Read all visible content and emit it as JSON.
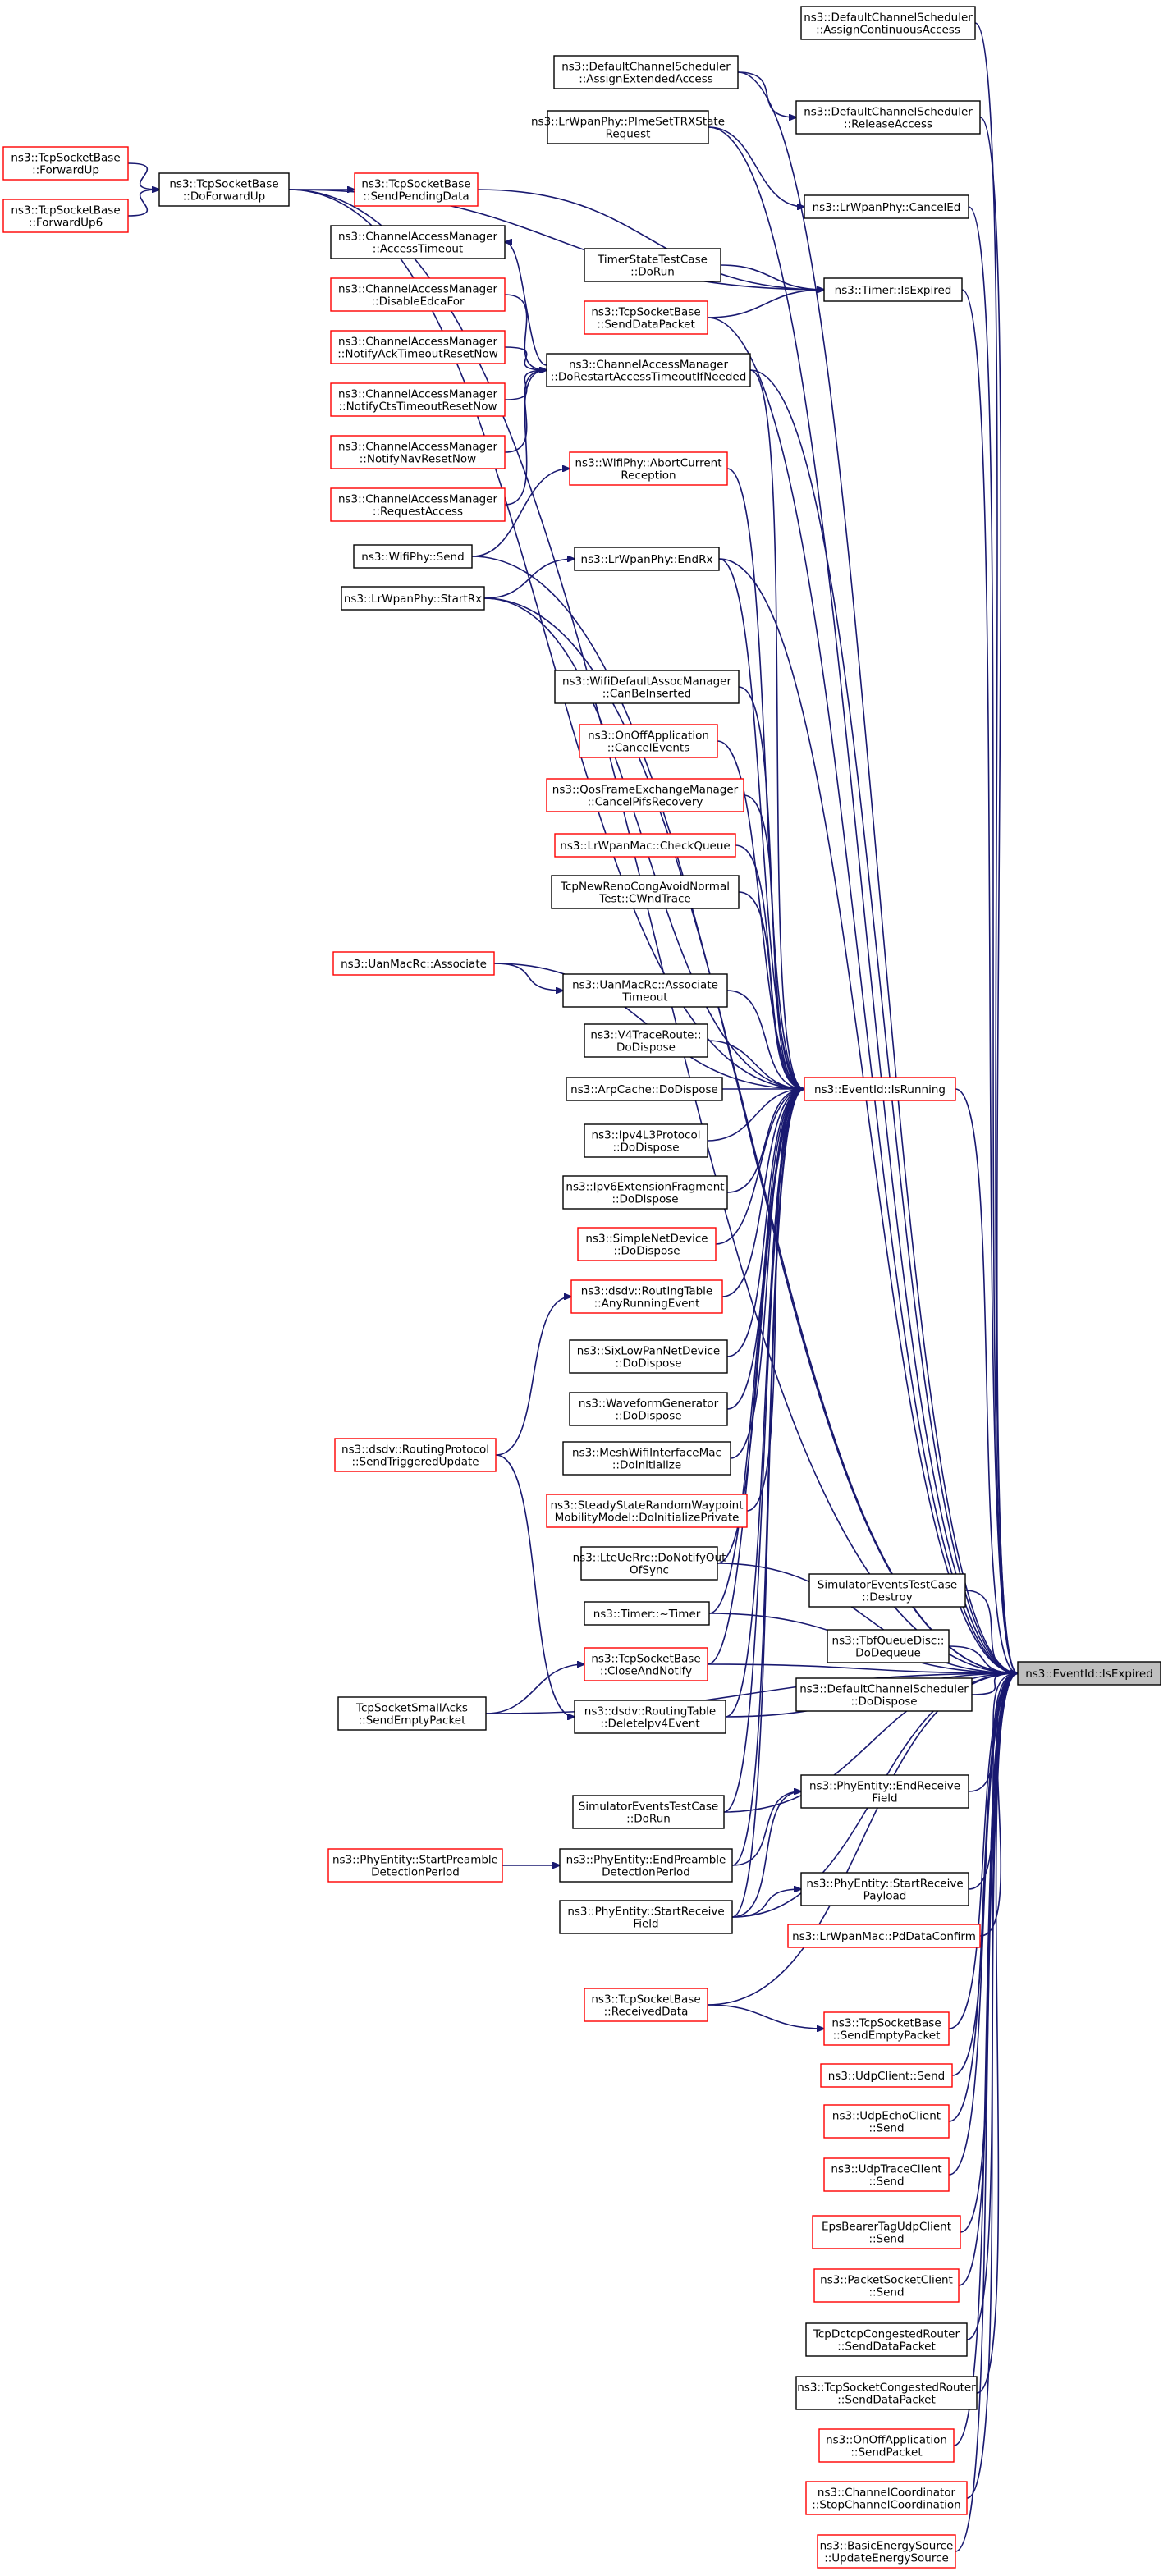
{
  "graph": {
    "title": "",
    "colors": {
      "edge": "#191970",
      "border_documented": "#000000",
      "border_undocumented": "#ff0000",
      "highlight_fill": "#bfbfbf",
      "node_fill": "#ffffff"
    },
    "nodes": [
      {
        "id": "assignContinuous",
        "lines": [
          "ns3::DefaultChannelScheduler",
          "::AssignContinuousAccess"
        ],
        "style": "black"
      },
      {
        "id": "assignExtended",
        "lines": [
          "ns3::DefaultChannelScheduler",
          "::AssignExtendedAccess"
        ],
        "style": "black"
      },
      {
        "id": "releaseAccess",
        "lines": [
          "ns3::DefaultChannelScheduler",
          "::ReleaseAccess"
        ],
        "style": "black"
      },
      {
        "id": "plmeSet",
        "lines": [
          "ns3::LrWpanPhy::PlmeSetTRXState",
          "Request"
        ],
        "style": "black"
      },
      {
        "id": "cancelEd",
        "lines": [
          "ns3::LrWpanPhy::CancelEd"
        ],
        "style": "black"
      },
      {
        "id": "fwdUp",
        "lines": [
          "ns3::TcpSocketBase",
          "::ForwardUp"
        ],
        "style": "red"
      },
      {
        "id": "fwdUp6",
        "lines": [
          "ns3::TcpSocketBase",
          "::ForwardUp6"
        ],
        "style": "red"
      },
      {
        "id": "doFwdUp",
        "lines": [
          "ns3::TcpSocketBase",
          "::DoForwardUp"
        ],
        "style": "black"
      },
      {
        "id": "sendPending",
        "lines": [
          "ns3::TcpSocketBase",
          "::SendPendingData"
        ],
        "style": "red"
      },
      {
        "id": "camAccessTimeout",
        "lines": [
          "ns3::ChannelAccessManager",
          "::AccessTimeout"
        ],
        "style": "black"
      },
      {
        "id": "camDisableEdca",
        "lines": [
          "ns3::ChannelAccessManager",
          "::DisableEdcaFor"
        ],
        "style": "red"
      },
      {
        "id": "camNotifyAck",
        "lines": [
          "ns3::ChannelAccessManager",
          "::NotifyAckTimeoutResetNow"
        ],
        "style": "red"
      },
      {
        "id": "camNotifyCts",
        "lines": [
          "ns3::ChannelAccessManager",
          "::NotifyCtsTimeoutResetNow"
        ],
        "style": "red"
      },
      {
        "id": "camNotifyNav",
        "lines": [
          "ns3::ChannelAccessManager",
          "::NotifyNavResetNow"
        ],
        "style": "red"
      },
      {
        "id": "camRequest",
        "lines": [
          "ns3::ChannelAccessManager",
          "::RequestAccess"
        ],
        "style": "red"
      },
      {
        "id": "timerStateDoRun",
        "lines": [
          "TimerStateTestCase",
          "::DoRun"
        ],
        "style": "black"
      },
      {
        "id": "sendDataPacketTcp",
        "lines": [
          "ns3::TcpSocketBase",
          "::SendDataPacket"
        ],
        "style": "red"
      },
      {
        "id": "timerIsExpired",
        "lines": [
          "ns3::Timer::IsExpired"
        ],
        "style": "black"
      },
      {
        "id": "camDoRestart",
        "lines": [
          "ns3::ChannelAccessManager",
          "::DoRestartAccessTimeoutIfNeeded"
        ],
        "style": "black"
      },
      {
        "id": "wifiAbort",
        "lines": [
          "ns3::WifiPhy::AbortCurrent",
          "Reception"
        ],
        "style": "red"
      },
      {
        "id": "wifiSend",
        "lines": [
          "ns3::WifiPhy::Send"
        ],
        "style": "black"
      },
      {
        "id": "lrEndRx",
        "lines": [
          "ns3::LrWpanPhy::EndRx"
        ],
        "style": "black"
      },
      {
        "id": "lrStartRx",
        "lines": [
          "ns3::LrWpanPhy::StartRx"
        ],
        "style": "black"
      },
      {
        "id": "wifiDefaultAssoc",
        "lines": [
          "ns3::WifiDefaultAssocManager",
          "::CanBeInserted"
        ],
        "style": "black"
      },
      {
        "id": "onOffCancel",
        "lines": [
          "ns3::OnOffApplication",
          "::CancelEvents"
        ],
        "style": "red"
      },
      {
        "id": "qosCancel",
        "lines": [
          "ns3::QosFrameExchangeManager",
          "::CancelPifsRecovery"
        ],
        "style": "red"
      },
      {
        "id": "lrCheckQueue",
        "lines": [
          "ns3::LrWpanMac::CheckQueue"
        ],
        "style": "red"
      },
      {
        "id": "tcpNewReno",
        "lines": [
          "TcpNewRenoCongAvoidNormal",
          "Test::CWndTrace"
        ],
        "style": "black"
      },
      {
        "id": "uanAssociate",
        "lines": [
          "ns3::UanMacRc::Associate"
        ],
        "style": "red"
      },
      {
        "id": "uanAssocTimeout",
        "lines": [
          "ns3::UanMacRc::Associate",
          "Timeout"
        ],
        "style": "black"
      },
      {
        "id": "v4Trace",
        "lines": [
          "ns3::V4TraceRoute::",
          "DoDispose"
        ],
        "style": "black"
      },
      {
        "id": "arpCache",
        "lines": [
          "ns3::ArpCache::DoDispose"
        ],
        "style": "black"
      },
      {
        "id": "eventIsRunning",
        "lines": [
          "ns3::EventId::IsRunning"
        ],
        "style": "red"
      },
      {
        "id": "ipv4L3",
        "lines": [
          "ns3::Ipv4L3Protocol",
          "::DoDispose"
        ],
        "style": "black"
      },
      {
        "id": "ipv6Ext",
        "lines": [
          "ns3::Ipv6ExtensionFragment",
          "::DoDispose"
        ],
        "style": "black"
      },
      {
        "id": "simpleNet",
        "lines": [
          "ns3::SimpleNetDevice",
          "::DoDispose"
        ],
        "style": "red"
      },
      {
        "id": "dsdvAnyRunning",
        "lines": [
          "ns3::dsdv::RoutingTable",
          "::AnyRunningEvent"
        ],
        "style": "red"
      },
      {
        "id": "sixLowPan",
        "lines": [
          "ns3::SixLowPanNetDevice",
          "::DoDispose"
        ],
        "style": "black"
      },
      {
        "id": "waveform",
        "lines": [
          "ns3::WaveformGenerator",
          "::DoDispose"
        ],
        "style": "black"
      },
      {
        "id": "dsdvSendTriggered",
        "lines": [
          "ns3::dsdv::RoutingProtocol",
          "::SendTriggeredUpdate"
        ],
        "style": "red"
      },
      {
        "id": "meshWifi",
        "lines": [
          "ns3::MeshWifiInterfaceMac",
          "::DoInitialize"
        ],
        "style": "black"
      },
      {
        "id": "steadyState",
        "lines": [
          "ns3::SteadyStateRandomWaypoint",
          "MobilityModel::DoInitializePrivate"
        ],
        "style": "red"
      },
      {
        "id": "lteUeRrc",
        "lines": [
          "ns3::LteUeRrc::DoNotifyOut",
          "OfSync"
        ],
        "style": "black"
      },
      {
        "id": "simEventsDestroy",
        "lines": [
          "SimulatorEventsTestCase",
          "::Destroy"
        ],
        "style": "black"
      },
      {
        "id": "timerDtor",
        "lines": [
          "ns3::Timer::~Timer"
        ],
        "style": "black"
      },
      {
        "id": "tbfDequeue",
        "lines": [
          "ns3::TbfQueueDisc::",
          "DoDequeue"
        ],
        "style": "black"
      },
      {
        "id": "closeAndNotify",
        "lines": [
          "ns3::TcpSocketBase",
          "::CloseAndNotify"
        ],
        "style": "red"
      },
      {
        "id": "eventIsExpired",
        "lines": [
          "ns3::EventId::IsExpired"
        ],
        "style": "highlight"
      },
      {
        "id": "dcsDoDispose",
        "lines": [
          "ns3::DefaultChannelScheduler",
          "::DoDispose"
        ],
        "style": "black"
      },
      {
        "id": "tcpSmallAcks",
        "lines": [
          "TcpSocketSmallAcks",
          "::SendEmptyPacket"
        ],
        "style": "black"
      },
      {
        "id": "dsdvDelete",
        "lines": [
          "ns3::dsdv::RoutingTable",
          "::DeleteIpv4Event"
        ],
        "style": "black"
      },
      {
        "id": "phyEndReceive",
        "lines": [
          "ns3::PhyEntity::EndReceive",
          "Field"
        ],
        "style": "black"
      },
      {
        "id": "simEventsDoRun",
        "lines": [
          "SimulatorEventsTestCase",
          "::DoRun"
        ],
        "style": "black"
      },
      {
        "id": "phyStartPreamble",
        "lines": [
          "ns3::PhyEntity::StartPreamble",
          "DetectionPeriod"
        ],
        "style": "red"
      },
      {
        "id": "phyEndPreamble",
        "lines": [
          "ns3::PhyEntity::EndPreamble",
          "DetectionPeriod"
        ],
        "style": "black"
      },
      {
        "id": "phyStartPayload",
        "lines": [
          "ns3::PhyEntity::StartReceive",
          "Payload"
        ],
        "style": "black"
      },
      {
        "id": "phyStartField",
        "lines": [
          "ns3::PhyEntity::StartReceive",
          "Field"
        ],
        "style": "black"
      },
      {
        "id": "lrPdData",
        "lines": [
          "ns3::LrWpanMac::PdDataConfirm"
        ],
        "style": "red"
      },
      {
        "id": "tcpReceived",
        "lines": [
          "ns3::TcpSocketBase",
          "::ReceivedData"
        ],
        "style": "red"
      },
      {
        "id": "tcpSendEmpty",
        "lines": [
          "ns3::TcpSocketBase",
          "::SendEmptyPacket"
        ],
        "style": "red"
      },
      {
        "id": "udpClientSend",
        "lines": [
          "ns3::UdpClient::Send"
        ],
        "style": "red"
      },
      {
        "id": "udpEcho",
        "lines": [
          "ns3::UdpEchoClient",
          "::Send"
        ],
        "style": "red"
      },
      {
        "id": "udpTrace",
        "lines": [
          "ns3::UdpTraceClient",
          "::Send"
        ],
        "style": "red"
      },
      {
        "id": "epsBearer",
        "lines": [
          "EpsBearerTagUdpClient",
          "::Send"
        ],
        "style": "red"
      },
      {
        "id": "packetSocket",
        "lines": [
          "ns3::PacketSocketClient",
          "::Send"
        ],
        "style": "red"
      },
      {
        "id": "tcpDctcp",
        "lines": [
          "TcpDctcpCongestedRouter",
          "::SendDataPacket"
        ],
        "style": "black"
      },
      {
        "id": "tcpCongRouter",
        "lines": [
          "ns3::TcpSocketCongestedRouter",
          "::SendDataPacket"
        ],
        "style": "black"
      },
      {
        "id": "onOffSend",
        "lines": [
          "ns3::OnOffApplication",
          "::SendPacket"
        ],
        "style": "red"
      },
      {
        "id": "channelCoord",
        "lines": [
          "ns3::ChannelCoordinator",
          "::StopChannelCoordination"
        ],
        "style": "red"
      },
      {
        "id": "basicEnergy",
        "lines": [
          "ns3::BasicEnergySource",
          "::UpdateEnergySource"
        ],
        "style": "red"
      }
    ]
  }
}
